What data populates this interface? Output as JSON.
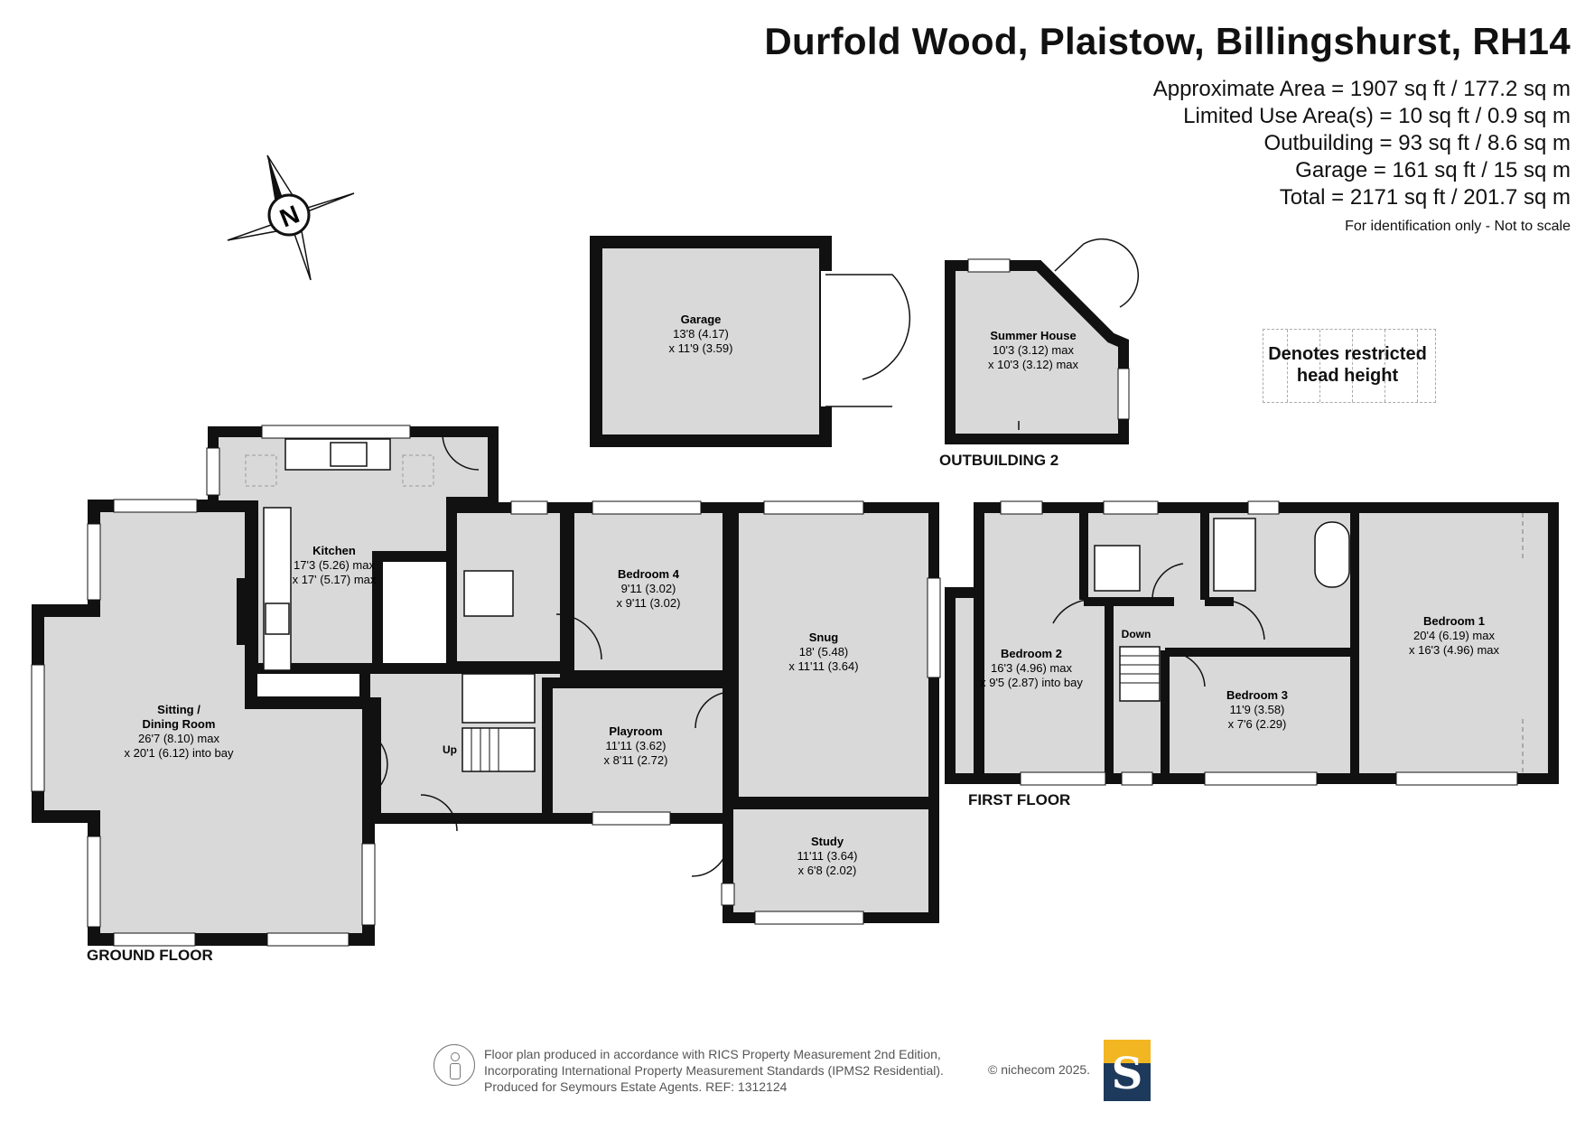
{
  "header": {
    "title": "Durfold Wood, Plaistow, Billingshurst, RH14",
    "areas": [
      "Approximate Area = 1907 sq ft / 177.2 sq m",
      "Limited Use Area(s) = 10 sq ft / 0.9 sq m",
      "Outbuilding = 93 sq ft / 8.6 sq m",
      "Garage = 161 sq ft / 15 sq m",
      "Total = 2171 sq ft / 201.7 sq m"
    ],
    "disclaimer": "For identification only - Not to scale"
  },
  "compass": {
    "letter": "N"
  },
  "legend": {
    "restricted_label": "Denotes restricted head height"
  },
  "floors": {
    "ground": "GROUND FLOOR",
    "first": "FIRST FLOOR",
    "outbuilding": "OUTBUILDING 2"
  },
  "rooms": {
    "garage": {
      "name": "Garage",
      "dim1": "13'8 (4.17)",
      "dim2": "x 11'9 (3.59)"
    },
    "summer_house": {
      "name": "Summer House",
      "dim1": "10'3 (3.12) max",
      "dim2": "x 10'3 (3.12) max"
    },
    "kitchen": {
      "name": "Kitchen",
      "dim1": "17'3 (5.26) max",
      "dim2": "x 17' (5.17) max"
    },
    "bedroom4": {
      "name": "Bedroom 4",
      "dim1": "9'11 (3.02)",
      "dim2": "x 9'11 (3.02)"
    },
    "snug": {
      "name": "Snug",
      "dim1": "18' (5.48)",
      "dim2": "x 11'11 (3.64)"
    },
    "sitting": {
      "name1": "Sitting /",
      "name2": "Dining Room",
      "dim1": "26'7 (8.10) max",
      "dim2": "x 20'1 (6.12) into bay"
    },
    "playroom": {
      "name": "Playroom",
      "dim1": "11'11 (3.62)",
      "dim2": "x 8'11 (2.72)"
    },
    "study": {
      "name": "Study",
      "dim1": "11'11 (3.64)",
      "dim2": "x 6'8 (2.02)"
    },
    "bedroom2": {
      "name": "Bedroom 2",
      "dim1": "16'3 (4.96) max",
      "dim2": "x 9'5 (2.87) into bay"
    },
    "bedroom3": {
      "name": "Bedroom 3",
      "dim1": "11'9 (3.58)",
      "dim2": "x 7'6 (2.29)"
    },
    "bedroom1": {
      "name": "Bedroom 1",
      "dim1": "20'4 (6.19) max",
      "dim2": "x 16'3 (4.96) max"
    }
  },
  "stairs": {
    "up": "Up",
    "down": "Down"
  },
  "footer": {
    "line1": "Floor plan produced in accordance with RICS Property Measurement 2nd Edition,",
    "line2": "Incorporating International Property Measurement Standards (IPMS2 Residential).",
    "line3": "Produced for Seymours Estate Agents.    REF: 1312124",
    "copyright": "© nichecom 2025.",
    "logo_letter": "S"
  },
  "colors": {
    "wall": "#111111",
    "floor": "#d9d9d9",
    "logo_navy": "#1d3a5c",
    "logo_gold": "#f2b623"
  }
}
